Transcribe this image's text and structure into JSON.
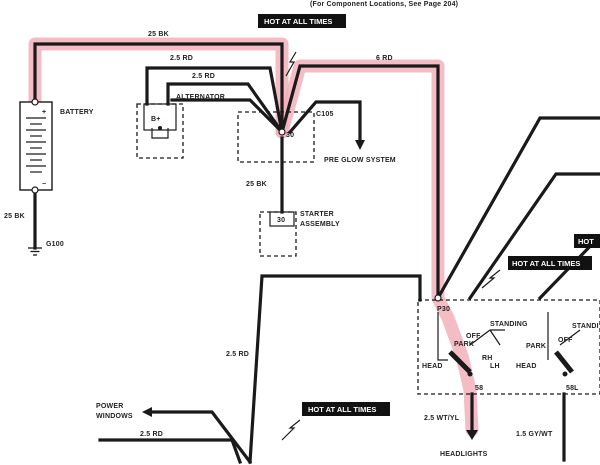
{
  "battery": {
    "plus": "+",
    "minus": "−"
  },
  "alternator": {
    "terminal": "B+"
  },
  "c105": {
    "pin": "30"
  },
  "starter": {
    "pin": "30"
  },
  "switch": {
    "pin": "P30",
    "pin58": "58",
    "pin58l": "58L"
  },
  "tags": {
    "hot_top": "HOT AT ALL TIMES",
    "hot_right": "HOT AT ALL TIMES",
    "hot_edge": "HOT",
    "hot_bottom": "HOT AT ALL TIMES"
  },
  "labels": {
    "page_ref": "(For Component Locations, See Page 204)",
    "w_25bk_top": "25 BK",
    "w_25rd_1": "2.5 RD",
    "w_25rd_2": "2.5 RD",
    "w_6rd": "6 RD",
    "battery": "BATTERY",
    "alternator": "ALTERNATOR",
    "c105": "C105",
    "pre_glow": "PRE GLOW SYSTEM",
    "w_25bk_starter": "25 BK",
    "starter_1": "STARTER",
    "starter_2": "ASSEMBLY",
    "w_25bk_ground": "25 BK",
    "ground": "G100",
    "w_25rd_main": "2.5 RD",
    "power_1": "POWER",
    "power_2": "WINDOWS",
    "w_25rd_lower": "2.5 RD",
    "park": "PARK",
    "off": "OFF",
    "standing": "STANDING",
    "standing_cut": "STANDI",
    "rh": "RH",
    "lh": "LH",
    "head": "HEAD",
    "w_25wtyl": "2.5 WT/YL",
    "w_15gywt": "1.5 GY/WT",
    "headlights": "HEADLIGHTS"
  },
  "colors": {
    "highlight": "#f2b2bb",
    "wire": "#1a1a1a",
    "tag_background": "#111111"
  }
}
